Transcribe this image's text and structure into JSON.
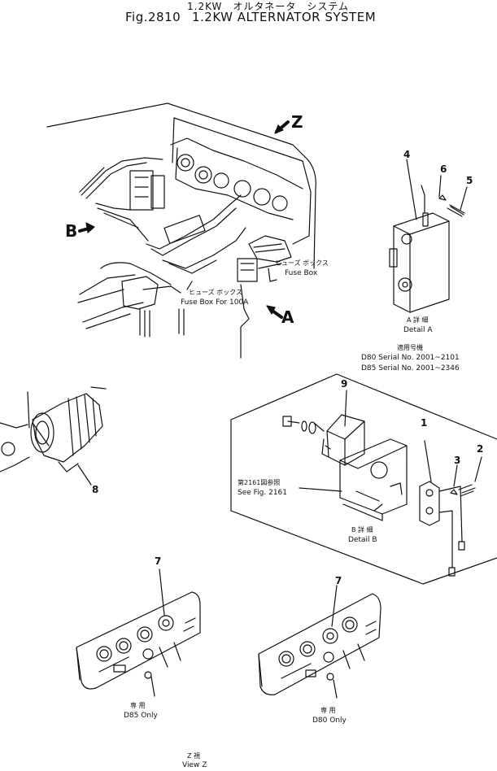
{
  "header": {
    "subtitle_jp": "1.2KW　オルタネータ　システム",
    "fig_number": "Fig.2810",
    "title": "1.2KW  ALTERNATOR SYSTEM"
  },
  "view_markers": {
    "z": "Z",
    "b": "B",
    "a": "A"
  },
  "labels": {
    "fuse_box_jp": "ヒューズ ボックス",
    "fuse_box": "Fuse Box",
    "fuse_box_100a_jp": "ヒューズ ボックス",
    "fuse_box_100a": "Fuse Box For 100A",
    "detail_a_jp": "A 詳 細",
    "detail_a": "Detail A",
    "serial_jp": "適用号機",
    "serial_d80": "D80 Serial No. 2001~2101",
    "serial_d85": "D85 Serial No. 2001~2346",
    "see_fig_jp": "第2161図参照",
    "see_fig": "See Fig. 2161",
    "detail_b_jp": "B 詳 細",
    "detail_b": "Detail B",
    "d85_only_jp": "専 用",
    "d85_only": "D85 Only",
    "d80_only_jp": "専 用",
    "d80_only": "D80 Only",
    "view_z_jp": "Z 視",
    "view_z": "View Z"
  },
  "part_numbers": {
    "p1": "1",
    "p2": "2",
    "p3": "3",
    "p4": "4",
    "p5": "5",
    "p6": "6",
    "p7a": "7",
    "p7b": "7",
    "p8": "8",
    "p9": "9"
  }
}
